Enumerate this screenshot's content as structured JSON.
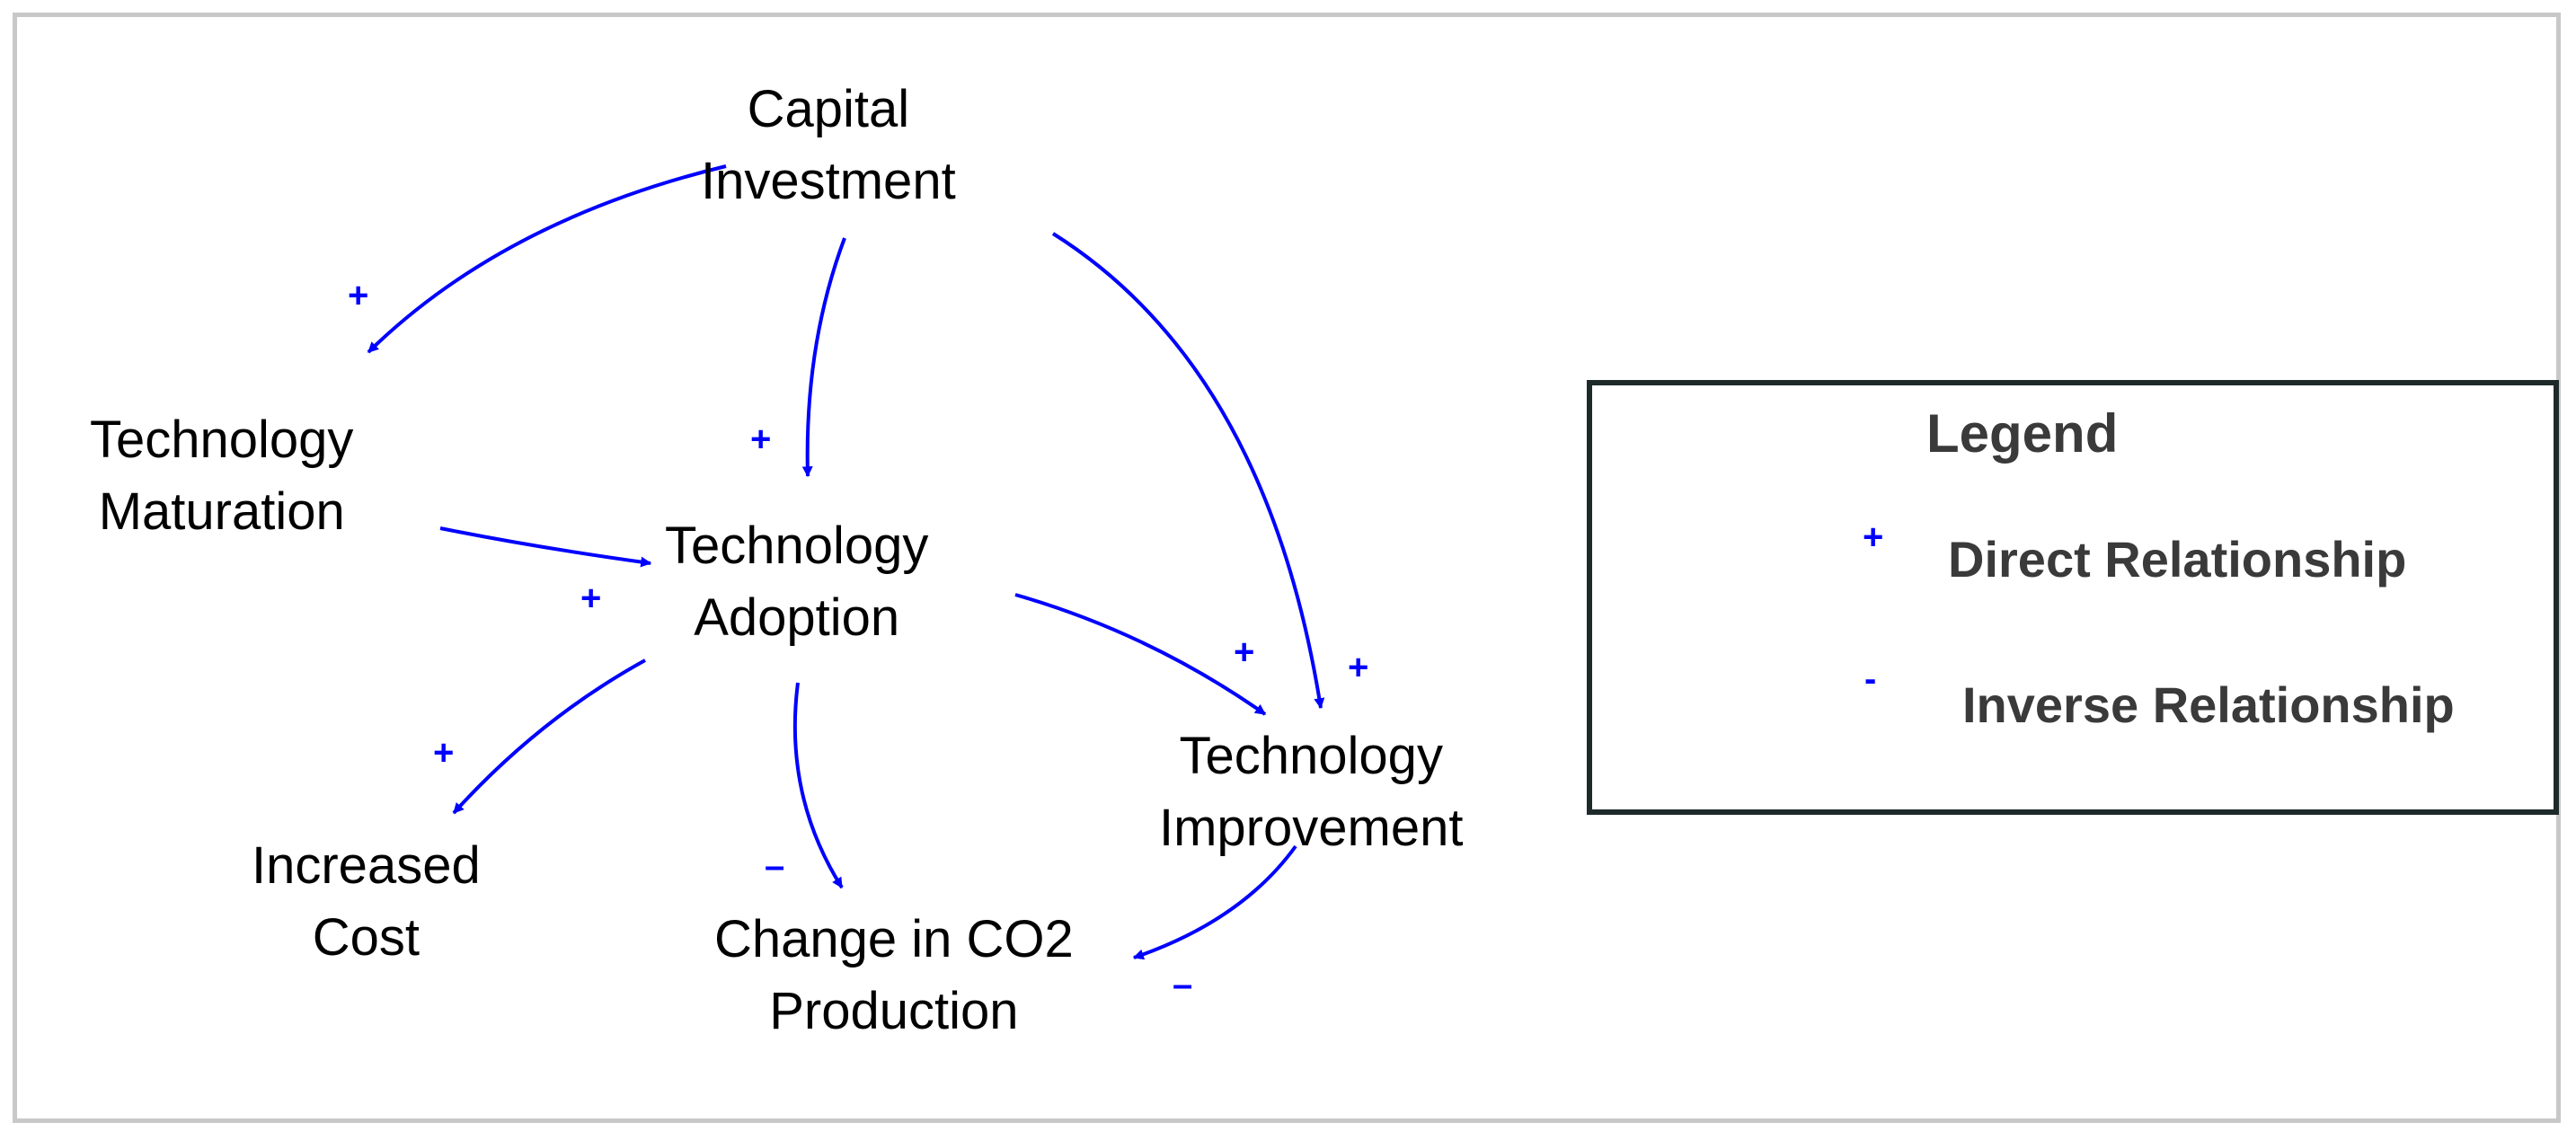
{
  "nodes": {
    "capital_investment": [
      "Capital",
      "Investment"
    ],
    "technology_maturation": [
      "Technology",
      "Maturation"
    ],
    "technology_adoption": [
      "Technology",
      "Adoption"
    ],
    "technology_improvement": [
      "Technology",
      "Improvement"
    ],
    "increased_cost": [
      "Increased",
      "Cost"
    ],
    "change_in_co2": [
      "Change in CO2",
      "Production"
    ]
  },
  "links": [
    {
      "from": "Capital Investment",
      "to": "Technology Maturation",
      "polarity": "+"
    },
    {
      "from": "Capital Investment",
      "to": "Technology Adoption",
      "polarity": "+"
    },
    {
      "from": "Capital Investment",
      "to": "Technology Improvement",
      "polarity": "+"
    },
    {
      "from": "Technology Maturation",
      "to": "Technology Adoption",
      "polarity": "+"
    },
    {
      "from": "Technology Adoption",
      "to": "Technology Improvement",
      "polarity": "+"
    },
    {
      "from": "Technology Adoption",
      "to": "Increased Cost",
      "polarity": "+"
    },
    {
      "from": "Technology Adoption",
      "to": "Change in CO2 Production",
      "polarity": "–"
    },
    {
      "from": "Technology Improvement",
      "to": "Change in CO2 Production",
      "polarity": "–"
    }
  ],
  "legend": {
    "title": "Legend",
    "items": [
      {
        "sign": "+",
        "label": "Direct Relationship"
      },
      {
        "sign": "-",
        "label": "Inverse Relationship"
      }
    ]
  },
  "colors": {
    "arrow": "#0000ff",
    "text": "#000000",
    "legend_text": "#3a3a3a",
    "legend_border": "#1e2a2a",
    "frame_border": "#c8c8c8"
  }
}
